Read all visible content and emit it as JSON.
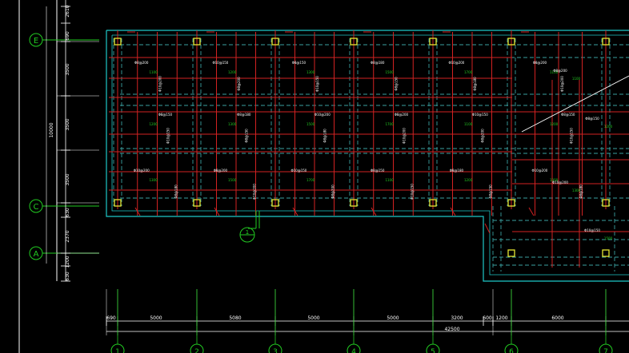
{
  "colors": {
    "background": "#000000",
    "outline": "#1ec8c8",
    "beam_dashed": "#3aa0a0",
    "rebar": "#d22222",
    "text": "#ffffff",
    "axis": "#22cc22",
    "column": "#e6e632",
    "dim": "#ffffff"
  },
  "grid_axes": {
    "rows": [
      {
        "label": "E"
      },
      {
        "label": "C"
      },
      {
        "label": "A"
      }
    ],
    "columns": [
      {
        "label": "1"
      },
      {
        "label": "2"
      },
      {
        "label": "3"
      },
      {
        "label": "4"
      },
      {
        "label": "5"
      },
      {
        "label": "6"
      },
      {
        "label": "7"
      }
    ],
    "section_symbol": "1"
  },
  "left_dimensions": {
    "total": "10000",
    "segments": [
      "2610",
      "690",
      "3500",
      "3500",
      "3500",
      "630",
      "2370",
      "1200",
      "630"
    ]
  },
  "bottom_dimensions": {
    "segments": [
      "690",
      "5000",
      "5080",
      "5000",
      "5000",
      "3200",
      "600",
      "1200",
      "6000"
    ],
    "total": "42500"
  },
  "slab_annotations": {
    "rebar_tags": [
      "Φ8@200",
      "Φ8@150",
      "Φ10@200",
      "Φ10@150",
      "Φ8@180"
    ],
    "span_lengths": [
      "1100",
      "1200",
      "1300",
      "1500",
      "1700"
    ]
  }
}
